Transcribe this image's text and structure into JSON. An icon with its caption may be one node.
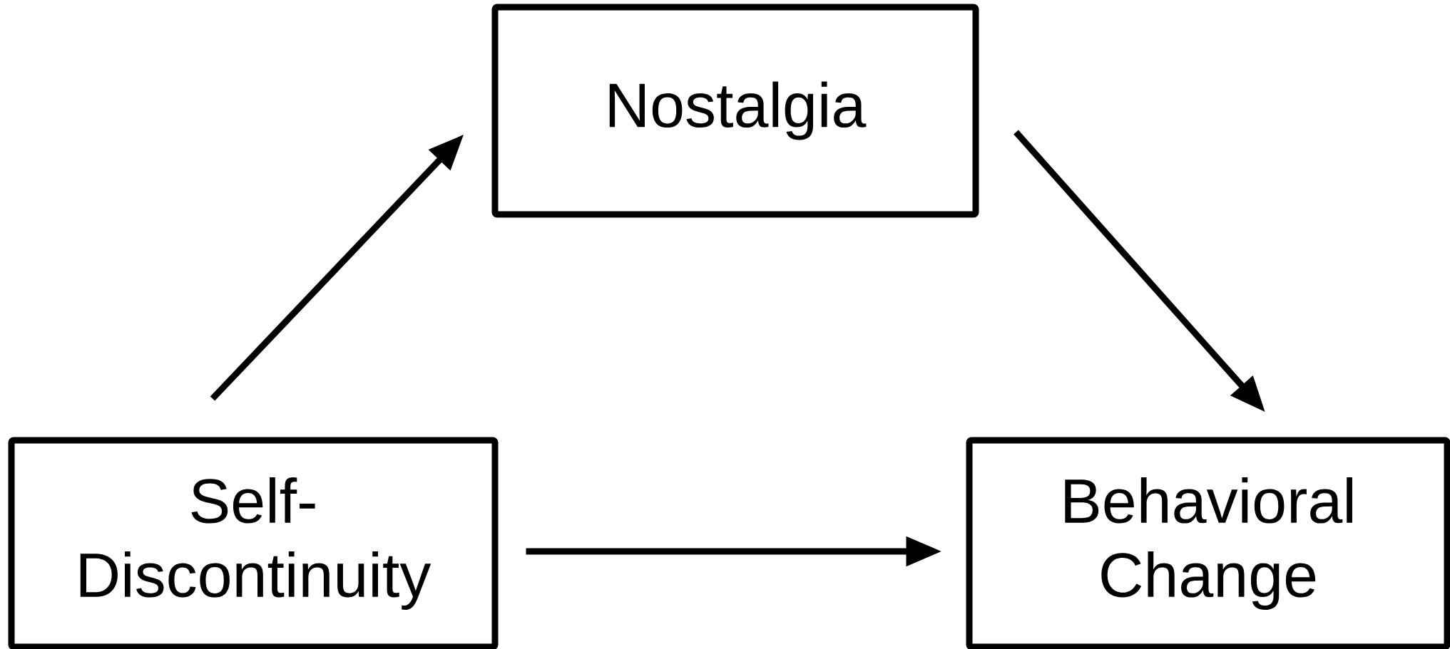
{
  "diagram": {
    "nodes": [
      {
        "text": [
          "Nostalgia"
        ]
      },
      {
        "text": [
          "Self- Discontinuity"
        ]
      },
      {
        "text": [
          "Behavioral Change"
        ]
      }
    ],
    "edges": [
      {
        "from": 1,
        "to": 0,
        "arrow": "to"
      },
      {
        "from": 0,
        "to": 2,
        "arrow": "to"
      },
      {
        "from": 1,
        "to": 2,
        "arrow": "to"
      }
    ]
  }
}
